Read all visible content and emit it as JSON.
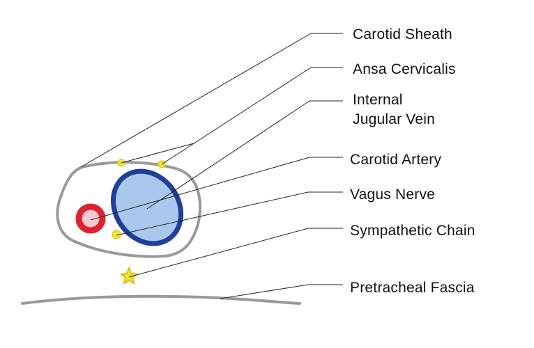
{
  "labels": {
    "carotid_sheath": "Carotid Sheath",
    "ansa_cervicalis": "Ansa Cervicalis",
    "internal_jugular_vein": [
      "Internal",
      "Jugular Vein"
    ],
    "carotid_artery": "Carotid Artery",
    "vagus_nerve": "Vagus Nerve",
    "sympathetic_chain": "Sympathetic Chain",
    "pretracheal_fascia": "Pretracheal Fascia"
  },
  "colors": {
    "sheath_outline": "#9a9a9a",
    "fascia": "#9a9a9a",
    "artery_ring": "#e0202f",
    "artery_lumen": "#f8c8cf",
    "vein_outline": "#1f3f99",
    "vein_fill": "#aac8ee",
    "nerve_dot": "#f2e62a",
    "nerve_dot_outline": "#d6c400",
    "leader_line": "#222222"
  }
}
